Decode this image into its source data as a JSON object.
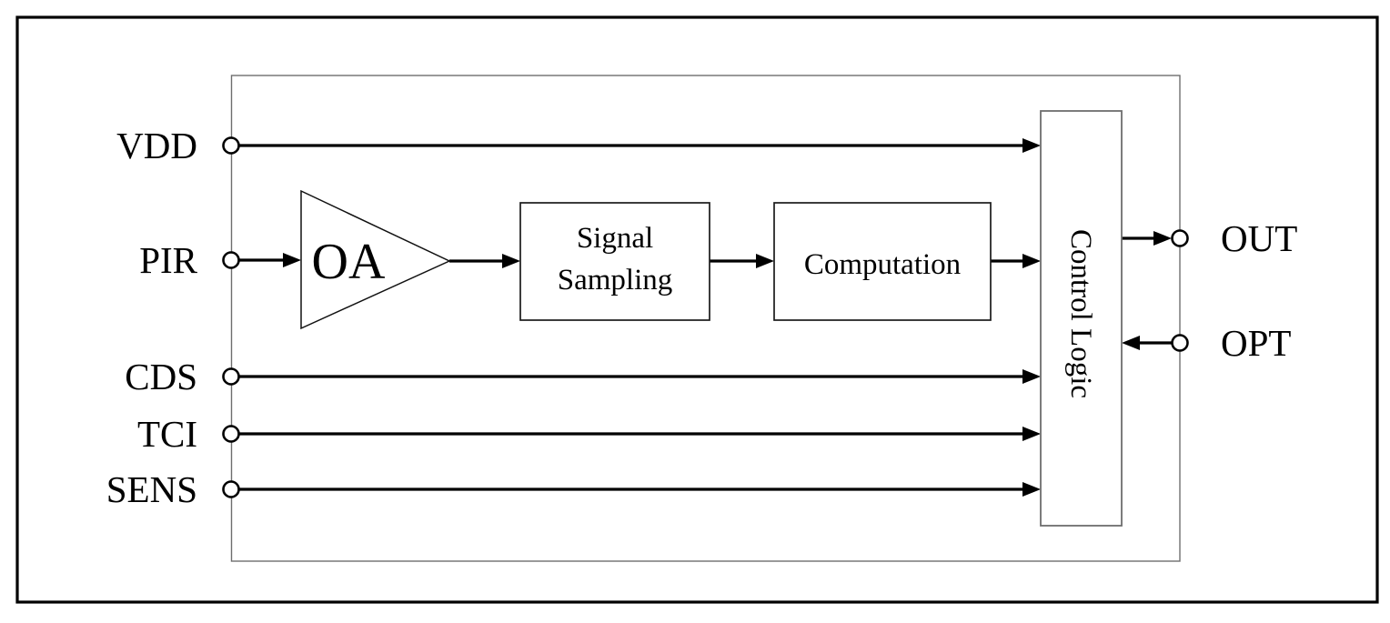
{
  "diagram": {
    "kind": "block-diagram",
    "subject": "PIR sensor controller chip"
  },
  "pins": {
    "left": [
      {
        "label": "VDD"
      },
      {
        "label": "PIR"
      },
      {
        "label": "CDS"
      },
      {
        "label": "TCI"
      },
      {
        "label": "SENS"
      }
    ],
    "right": [
      {
        "label": "OUT",
        "direction": "output"
      },
      {
        "label": "OPT",
        "direction": "input"
      }
    ]
  },
  "blocks": {
    "amplifier": {
      "label": "OA"
    },
    "signal_sampling": {
      "line1": "Signal",
      "line2": "Sampling"
    },
    "computation": {
      "label": "Computation"
    },
    "control_logic": {
      "label": "Control Logic"
    }
  },
  "colors": {
    "ink": "#000000",
    "background": "#ffffff",
    "thin_border": "#6e6e6e"
  }
}
